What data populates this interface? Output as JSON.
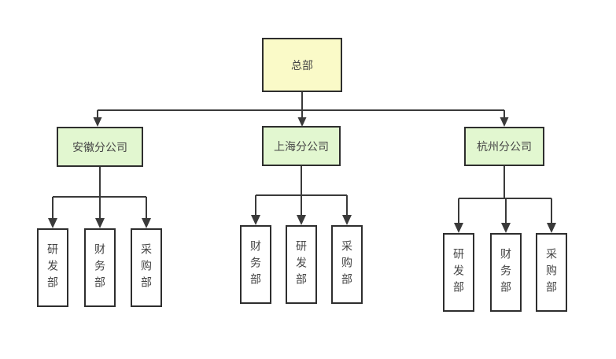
{
  "diagram": {
    "type": "organization-chart",
    "root": {
      "label": "总部"
    },
    "branches": [
      {
        "label": "安徽分公司",
        "departments": [
          "研发部",
          "财务部",
          "采购部"
        ]
      },
      {
        "label": "上海分公司",
        "departments": [
          "财务部",
          "研发部",
          "采购部"
        ]
      },
      {
        "label": "杭州分公司",
        "departments": [
          "研发部",
          "财务部",
          "采购部"
        ]
      }
    ],
    "colors": {
      "root_fill": "#FAFAC8",
      "branch_fill": "#E2F7D0",
      "department_fill": "#FFFFFF",
      "node_border": "#2E2E2E",
      "connector_line": "#3A3A3A",
      "text": "#454545",
      "background": "#FFFFFF"
    }
  }
}
